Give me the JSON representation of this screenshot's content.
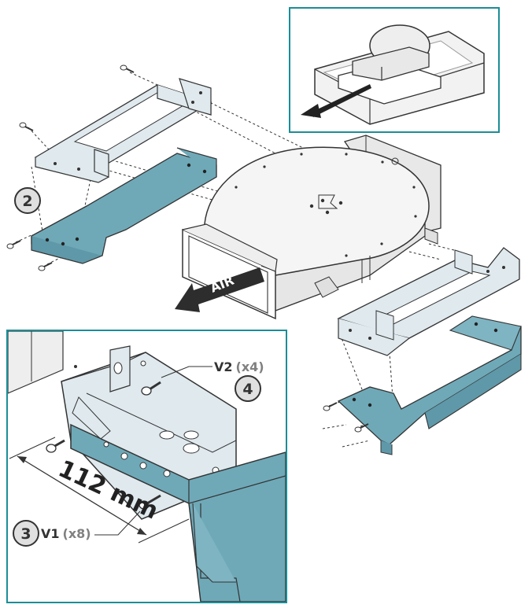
{
  "labels": {
    "step2": "2",
    "step3": "3",
    "step4": "4",
    "air": "AIR",
    "v1": "V1",
    "v1_qty": "(x8)",
    "v2": "V2",
    "v2_qty": "(x4)",
    "dimension": "112 mm"
  },
  "colors": {
    "frame_teal": "#1b8d96",
    "bracket_blue": "#6fa9b8",
    "bracket_light": "#dfe9ee",
    "outline": "#333333",
    "unit_body": "#f4f4f4"
  },
  "icons": [
    "screw-icon",
    "arrow-icon"
  ]
}
